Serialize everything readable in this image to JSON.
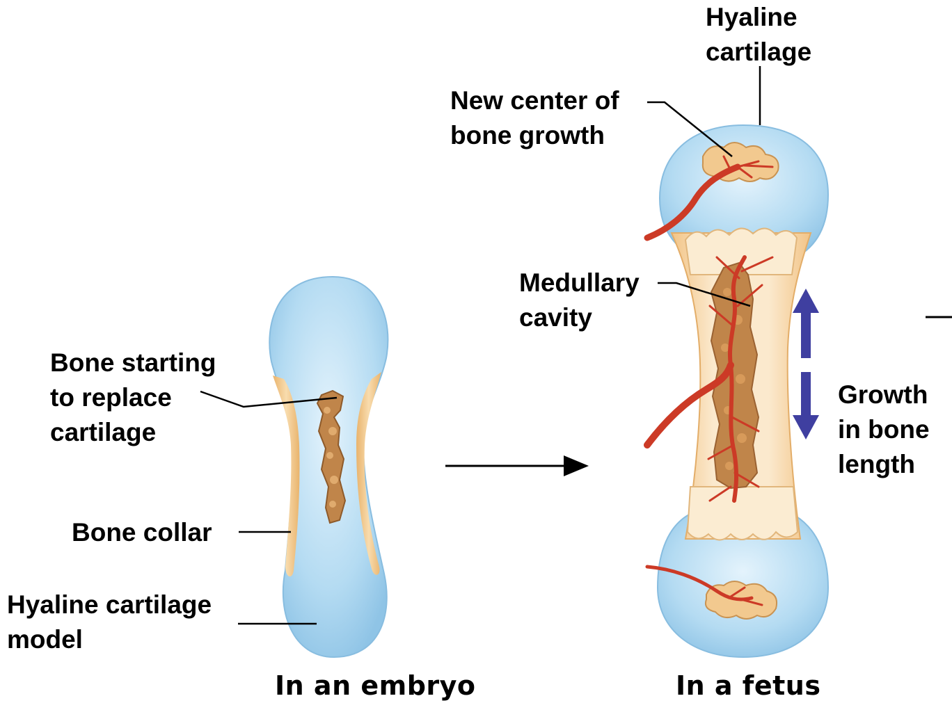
{
  "labels": {
    "bone_starting": "Bone starting\nto replace\ncartilage",
    "bone_collar": "Bone collar",
    "hyaline_cartilage_model": "Hyaline cartilage\nmodel",
    "new_center": "New center of\nbone growth",
    "hyaline_cartilage": "Hyaline\ncartilage",
    "medullary_cavity": "Medullary\ncavity",
    "growth": "Growth\nin bone\nlength"
  },
  "captions": {
    "embryo": "In an embryo",
    "fetus": "In a fetus"
  },
  "colors": {
    "cartilage": "#a9d3ee",
    "bone": "#f3c98c",
    "spongy": "#c0854a",
    "vessel": "#cc3a26",
    "growth_arrow": "#3f3fa0"
  }
}
